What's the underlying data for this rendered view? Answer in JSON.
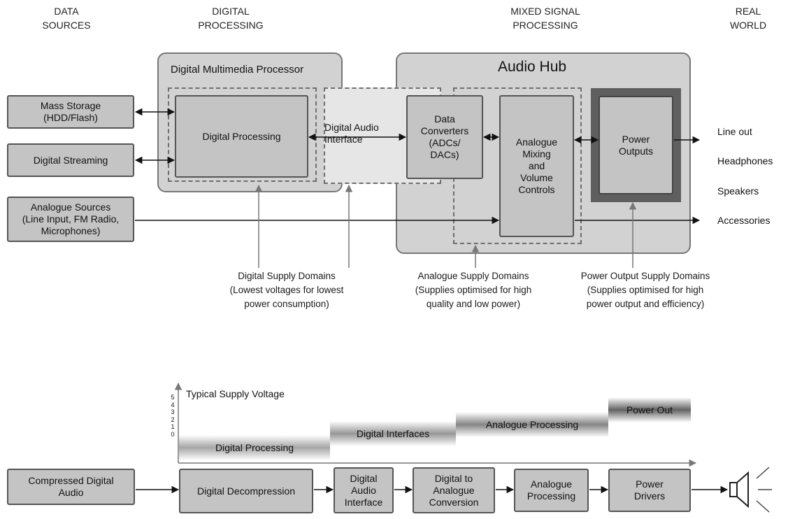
{
  "headers": {
    "data_sources": "DATA\nSOURCES",
    "digital_processing": "DIGITAL\nPROCESSING",
    "mixed_signal": "MIXED SIGNAL\nPROCESSING",
    "real_world": "REAL\nWORLD"
  },
  "top": {
    "processor_title": "Digital Multimedia Processor",
    "audio_hub_title": "Audio Hub",
    "sources": {
      "mass_storage": "Mass Storage\n(HDD/Flash)",
      "digital_streaming": "Digital Streaming",
      "analogue_sources": "Analogue Sources\n(Line Input, FM Radio,\nMicrophones)"
    },
    "digital_processing": "Digital Processing",
    "digital_audio_interface": "Digital Audio\nInterface",
    "data_converters": "Data\nConverters\n(ADCs/\nDACs)",
    "analogue_mixing": "Analogue\nMixing\nand\nVolume\nControls",
    "power_outputs": "Power\nOutputs",
    "outputs": {
      "line_out": "Line out",
      "headphones": "Headphones",
      "speakers": "Speakers",
      "accessories": "Accessories"
    },
    "captions": {
      "digital_supply": "Digital Supply Domains\n(Lowest voltages for lowest\npower consumption)",
      "analogue_supply": "Analogue Supply Domains\n(Supplies optimised for high\nquality and low power)",
      "power_supply": "Power Output Supply Domains\n(Supplies optimised for high\npower output and efficiency)"
    }
  },
  "voltage_chart": {
    "axis_label": "Typical Supply Voltage",
    "ticks": [
      "5",
      "4",
      "3",
      "2",
      "1",
      "0"
    ],
    "bands": {
      "digital_processing": "Digital Processing",
      "digital_interfaces": "Digital Interfaces",
      "analogue_processing": "Analogue Processing",
      "power_out": "Power Out"
    }
  },
  "chain": {
    "compressed": "Compressed Digital\nAudio",
    "decompression": "Digital Decompression",
    "interface": "Digital\nAudio\nInterface",
    "dac": "Digital to\nAnalogue\nConversion",
    "analogue": "Analogue\nProcessing",
    "drivers": "Power\nDrivers"
  }
}
